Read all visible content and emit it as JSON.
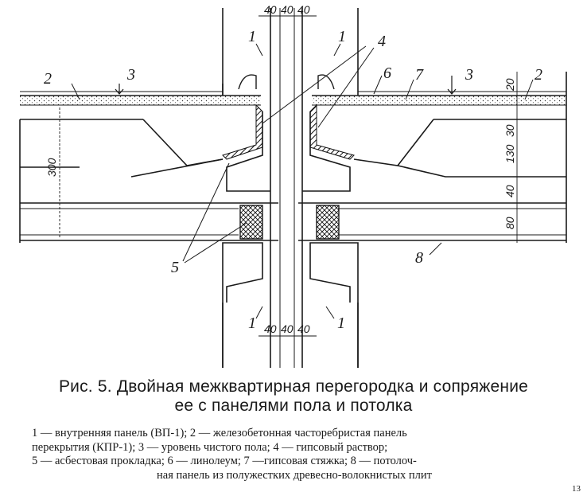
{
  "labels": {
    "n1": "1",
    "n2": "2",
    "n3": "3",
    "n4": "4",
    "n5": "5",
    "n6": "6",
    "n7": "7",
    "n8": "8"
  },
  "dimensions": {
    "d40": "40",
    "d300": "300",
    "d20": "20",
    "d30": "30",
    "d130": "130",
    "d80": "80"
  },
  "caption": "Рис. 5. Двойная межквартирная перегородка и сопряжение ее с панелями пола и потолка",
  "legend": {
    "line1": "1 — внутренняя  панель (ВП-1);  2 — железобетонная  часторебристая панель",
    "line2": "перекрытия  (КПР-1);   3 — уровень   чистого  пола;   4 — гипсовый раствор;",
    "line3": "5 — асбестовая прокладка;  6 — линолеум;  7 —гипсовая стяжка;  8 — потолоч-",
    "line4": "ная панель из полужестких древесно-волокнистых плит"
  },
  "page_number": "13"
}
